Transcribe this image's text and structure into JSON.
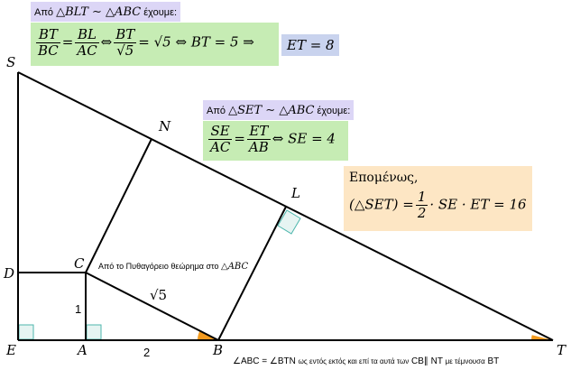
{
  "points": {
    "S": "S",
    "D": "D",
    "E": "E",
    "A": "A",
    "B": "B",
    "T": "T",
    "C": "C",
    "N": "N",
    "L": "L"
  },
  "segments": {
    "CA": "1",
    "AB": "2",
    "CB": "√5"
  },
  "notes": {
    "box1_intro": "Από",
    "box1_sim": "△BLT ∼ △ABC",
    "box1_tail": "έχουμε:",
    "box1_eq_f1_num": "BT",
    "box1_eq_f1_den": "BC",
    "box1_eq_f2_num": "BL",
    "box1_eq_f2_den": "AC",
    "box1_eq_f3_num": "BT",
    "box1_eq_f3_den": "√5",
    "box1_eq_rest": "= √5 ⇔ BT = 5 ⇒",
    "box1_eq_eq": "=",
    "box1_eq_iff": "⇔",
    "box1_result": "ET = 8",
    "box2_intro": "Από",
    "box2_sim": "△SET ∼ △ABC",
    "box2_tail": "έχουμε:",
    "box2_eq_f1_num": "SE",
    "box2_eq_f1_den": "AC",
    "box2_eq_f2_num": "ET",
    "box2_eq_f2_den": "AB",
    "box2_eq_rest": "⇔ SE = 4",
    "box2_eq_eq": "=",
    "box3_title": "Επομένως,",
    "box3_lhs": "(△SET) =",
    "box3_half_num": "1",
    "box3_half_den": "2",
    "box3_rhs": "· SE · ET = 16",
    "pyth_note": "Από το Πυθαγόρειο θεώρημα στο",
    "pyth_tri": "△ABC",
    "angle_note_eq": "∠ABC = ∠BTN",
    "angle_note_mid": "ως εντός εκτός και επί τα αυτά των",
    "angle_note_par": "CB∥ NT",
    "angle_note_mid2": "με τέμνουσα",
    "angle_note_trans": "BT"
  },
  "colors": {
    "lavender": "#dcd6f6",
    "green": "#c6ecb4",
    "blue": "#c9d3ee",
    "peach": "#fde6c4",
    "orange": "#f39a1e",
    "teal": "#4db6ac"
  }
}
